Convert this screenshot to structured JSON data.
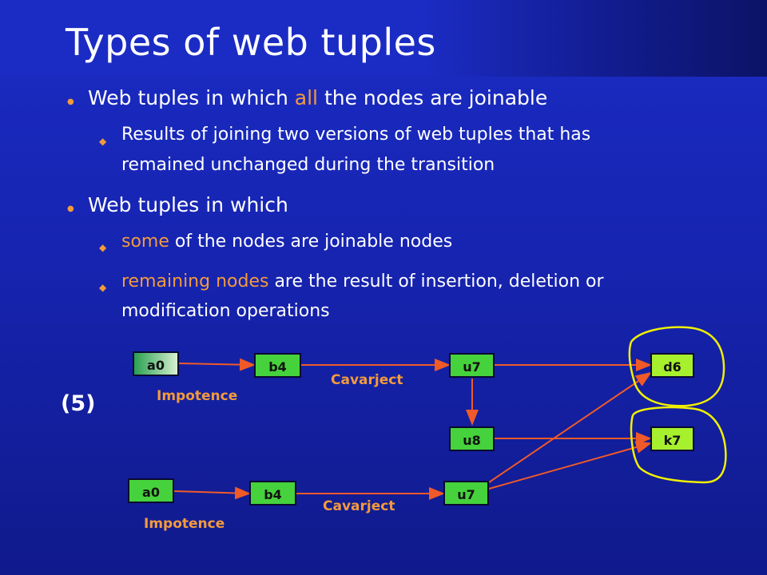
{
  "title": "Types of web tuples",
  "bullets": {
    "b1_pre": "Web tuples in which ",
    "b1_hl": "all",
    "b1_post": " the nodes are joinable",
    "b1_sub1_line1": "Results of joining two versions of web tuples that has",
    "b1_sub1_line2": "remained unchanged during the transition",
    "b2": "Web tuples in which",
    "b2_sub1_hl": "some",
    "b2_sub1_post": " of the nodes are joinable nodes",
    "b2_sub2_hl": " remaining nodes",
    "b2_sub2_post": " are the result of insertion, deletion or",
    "b2_sub2_line2": "modification operations"
  },
  "diagram": {
    "label": "(5)",
    "top_row": {
      "a0": "a0",
      "b4": "b4",
      "u7": "u7",
      "d6": "d6",
      "u8": "u8",
      "k7": "k7",
      "impotence": "Impotence",
      "cavarject": "Cavarject"
    },
    "bottom_row": {
      "a0": "a0",
      "b4": "b4",
      "u7": "u7",
      "impotence": "Impotence",
      "cavarject": "Cavarject"
    }
  },
  "colors": {
    "background": "#1624b0",
    "accent": "#f39a3c",
    "arrow": "#f05a28",
    "circle": "#f0f000"
  }
}
